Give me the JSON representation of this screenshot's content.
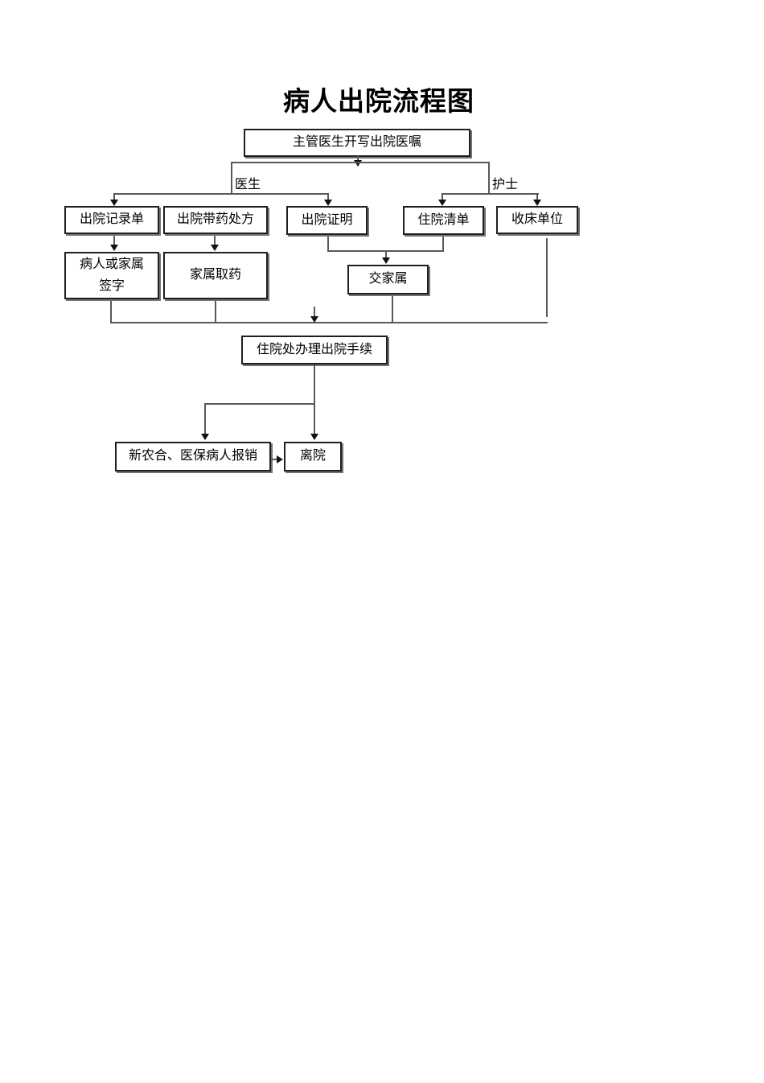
{
  "page": {
    "title": "病人出院流程图"
  },
  "branch_labels": {
    "doctor": "医生",
    "nurse": "护士"
  },
  "nodes": {
    "order": "主管医生开写出院医嘱",
    "record": "出院记录单",
    "prescription": "出院带药处方",
    "certificate": "出院证明",
    "inpatient_list": "住院清单",
    "bed_unit": "收床单位",
    "sign": "病人或家属\n签字",
    "pickup": "家属取药",
    "hand_family": "交家属",
    "office": "住院处办理出院手续",
    "reimburse": "新农合、医保病人报销",
    "leave": "离院"
  },
  "edges": [
    {
      "from": "order",
      "to": "record",
      "via": "医生"
    },
    {
      "from": "order",
      "to": "certificate",
      "via": "医生"
    },
    {
      "from": "order",
      "to": "inpatient_list",
      "via": "护士"
    },
    {
      "from": "order",
      "to": "bed_unit",
      "via": "护士"
    },
    {
      "from": "record",
      "to": "sign"
    },
    {
      "from": "prescription",
      "to": "pickup"
    },
    {
      "from": "certificate",
      "to": "hand_family"
    },
    {
      "from": "inpatient_list",
      "to": "hand_family"
    },
    {
      "from": "sign",
      "to": "office"
    },
    {
      "from": "pickup",
      "to": "office"
    },
    {
      "from": "hand_family",
      "to": "office"
    },
    {
      "from": "bed_unit",
      "to": "office"
    },
    {
      "from": "office",
      "to": "reimburse"
    },
    {
      "from": "office",
      "to": "leave"
    },
    {
      "from": "reimburse",
      "to": "leave"
    }
  ],
  "colors": {
    "background": "#ffffff",
    "box_border": "#1f1f1f",
    "connector_line": "#595959",
    "arrowhead": "#111111",
    "text": "#000000"
  }
}
